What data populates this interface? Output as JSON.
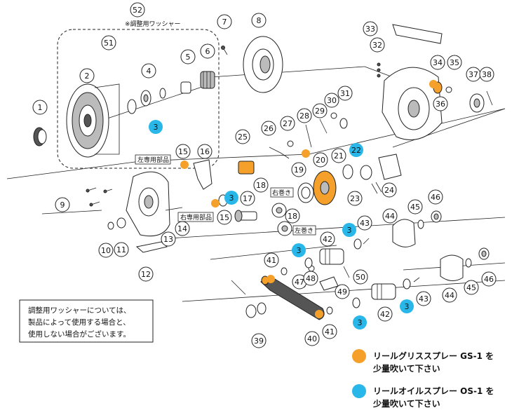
{
  "colors": {
    "grease": "#f5a02a",
    "oil": "#29b6e8",
    "circle_stroke": "#222222"
  },
  "adjust_note_52": "※調整用ワッシャー",
  "part_numbers": {
    "p1": "1",
    "p2": "2",
    "p3a": "3",
    "p3b": "3",
    "p3c": "3",
    "p3d": "3",
    "p3e": "3",
    "p3f": "3",
    "p4": "4",
    "p5": "5",
    "p6": "6",
    "p7": "7",
    "p8": "8",
    "p9": "9",
    "p10": "10",
    "p11": "11",
    "p12": "12",
    "p13": "13",
    "p14": "14",
    "p15a": "15",
    "p15b": "15",
    "p16": "16",
    "p17": "17",
    "p18a": "18",
    "p18b": "18",
    "p19": "19",
    "p20": "20",
    "p21": "21",
    "p22": "22",
    "p23": "23",
    "p24": "24",
    "p25": "25",
    "p26": "26",
    "p27": "27",
    "p28": "28",
    "p29": "29",
    "p30": "30",
    "p31": "31",
    "p32": "32",
    "p33": "33",
    "p34": "34",
    "p35": "35",
    "p36": "36",
    "p37": "37",
    "p38": "38",
    "p39": "39",
    "p40": "40",
    "p41a": "41",
    "p41b": "41",
    "p42a": "42",
    "p42b": "42",
    "p43a": "43",
    "p43b": "43",
    "p44a": "44",
    "p44b": "44",
    "p45a": "45",
    "p45b": "45",
    "p46a": "46",
    "p46b": "46",
    "p47": "47",
    "p48": "48",
    "p49": "49",
    "p50": "50",
    "p51": "51",
    "p52": "52"
  },
  "labels": {
    "left_only_parts": "左専用部品",
    "right_only_parts": "右専用部品",
    "right_wind": "右巻き",
    "left_wind": "左巻き"
  },
  "note_lines": [
    "調整用ワッシャーについては、",
    "製品によって使用する場合と、",
    "使用しない場合がございます。"
  ],
  "legend": {
    "grease_line1": "リールグリススプレー GS-1 を",
    "grease_line2": "少量吹いて下さい",
    "oil_line1": "リールオイルスプレー OS-1 を",
    "oil_line2": "少量吹いて下さい"
  }
}
